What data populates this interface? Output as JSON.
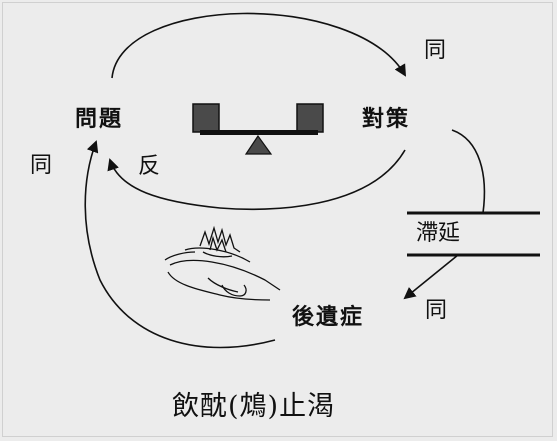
{
  "diagram": {
    "nodes": {
      "problem": "問題",
      "measure": "對策",
      "aftereffect": "後遺症"
    },
    "edge_labels": {
      "same_top": "同",
      "same_left": "同",
      "opposite": "反",
      "same_bottom": "同",
      "delay": "滯延"
    },
    "caption": "飲酖(鴆)止渴"
  }
}
